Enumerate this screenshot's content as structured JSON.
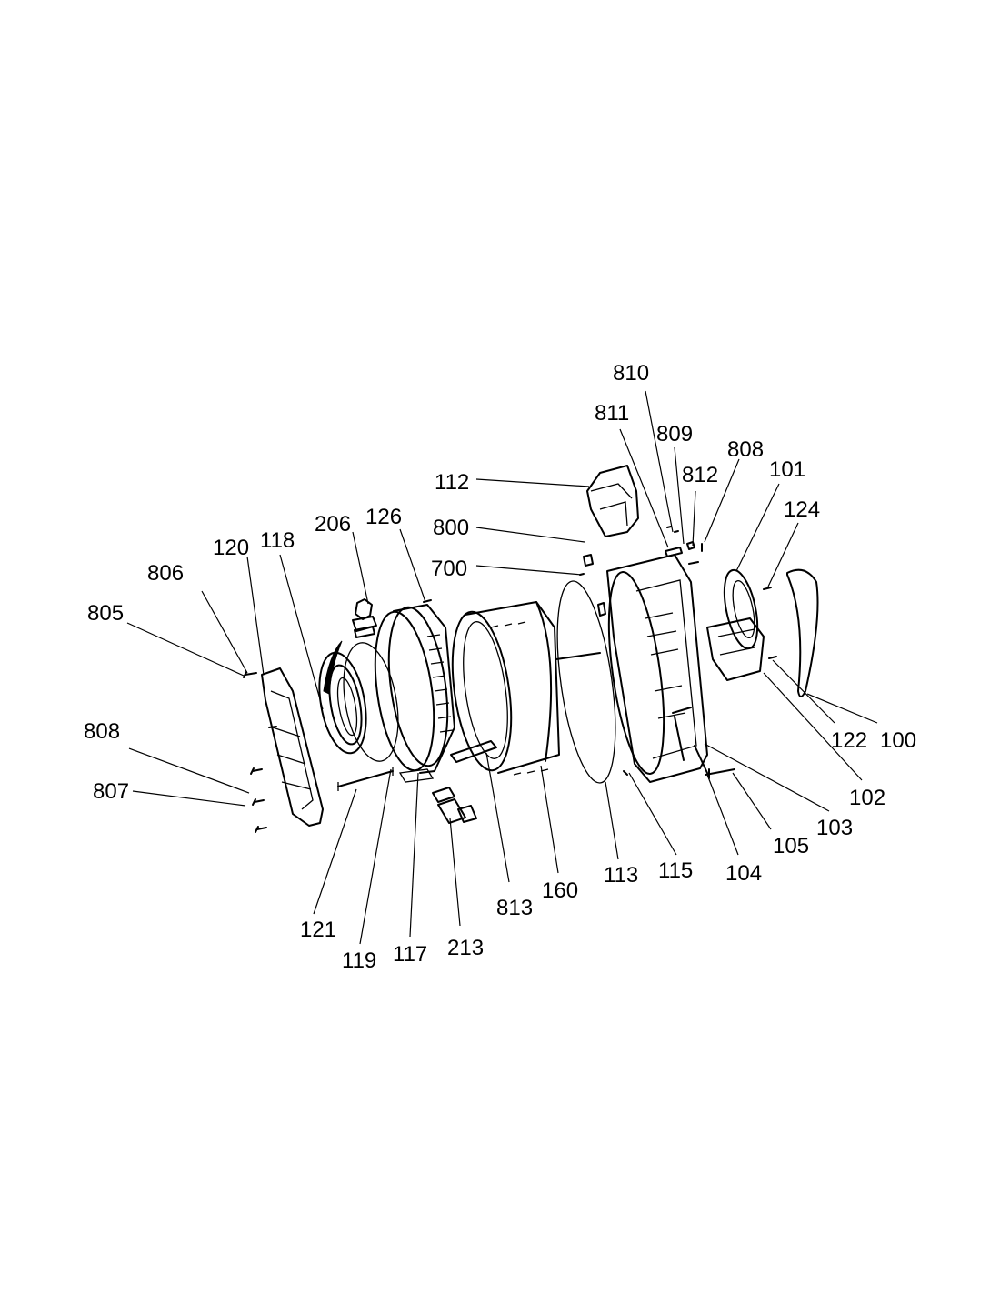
{
  "callouts": {
    "c100": "100",
    "c101": "101",
    "c102": "102",
    "c103": "103",
    "c104": "104",
    "c105": "105",
    "c112": "112",
    "c113": "113",
    "c115": "115",
    "c117": "117",
    "c118": "118",
    "c119": "119",
    "c120": "120",
    "c121": "121",
    "c122": "122",
    "c124": "124",
    "c126": "126",
    "c160": "160",
    "c206": "206",
    "c213": "213",
    "c700": "700",
    "c800": "800",
    "c805": "805",
    "c806": "806",
    "c807": "807",
    "c808a": "808",
    "c808b": "808",
    "c809": "809",
    "c810": "810",
    "c811": "811",
    "c812": "812",
    "c813": "813"
  }
}
